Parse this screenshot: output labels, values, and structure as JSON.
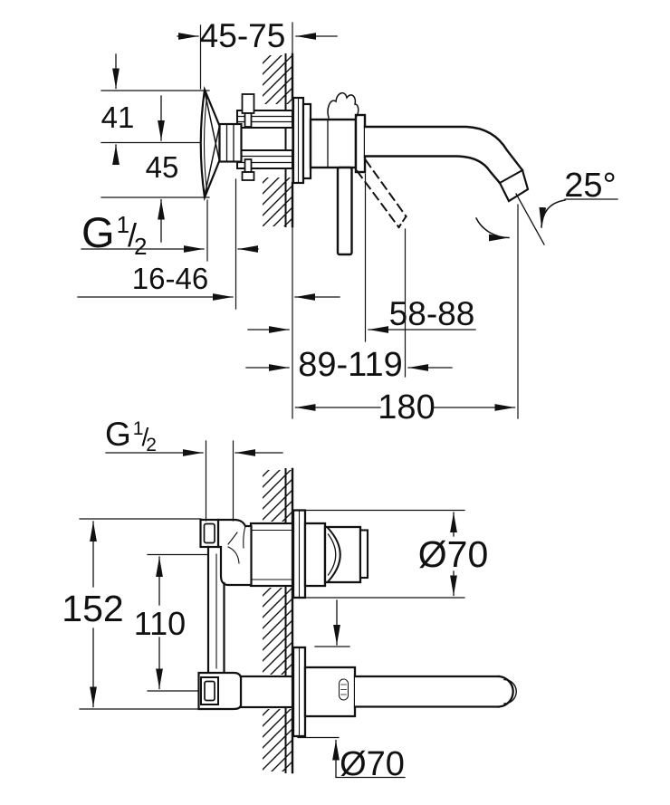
{
  "colors": {
    "background": "#ffffff",
    "line": "#111111"
  },
  "top_view": {
    "dimensions": {
      "mount_depth_range": "45-75",
      "handle_top_offset": "41",
      "handle_center_offset": "45",
      "connection_thread": {
        "g": "G",
        "numerator": "1",
        "slash": "/",
        "denominator": "2"
      },
      "wall_depth_range": "16-46",
      "body_projection_range": "58-88",
      "lever_projection_range": "89-119",
      "spout_projection": "180",
      "spout_angle": "25°"
    }
  },
  "bottom_view": {
    "dimensions": {
      "connection_thread": {
        "g": "G",
        "numerator": "1",
        "slash": "/",
        "denominator": "2"
      },
      "body_height": "152",
      "port_spacing": "110",
      "handle_escutcheon_diameter": "Ø70",
      "spout_escutcheon_diameter": "Ø70"
    }
  },
  "icons": {
    "spout_base_logo": "grohe-logo"
  }
}
